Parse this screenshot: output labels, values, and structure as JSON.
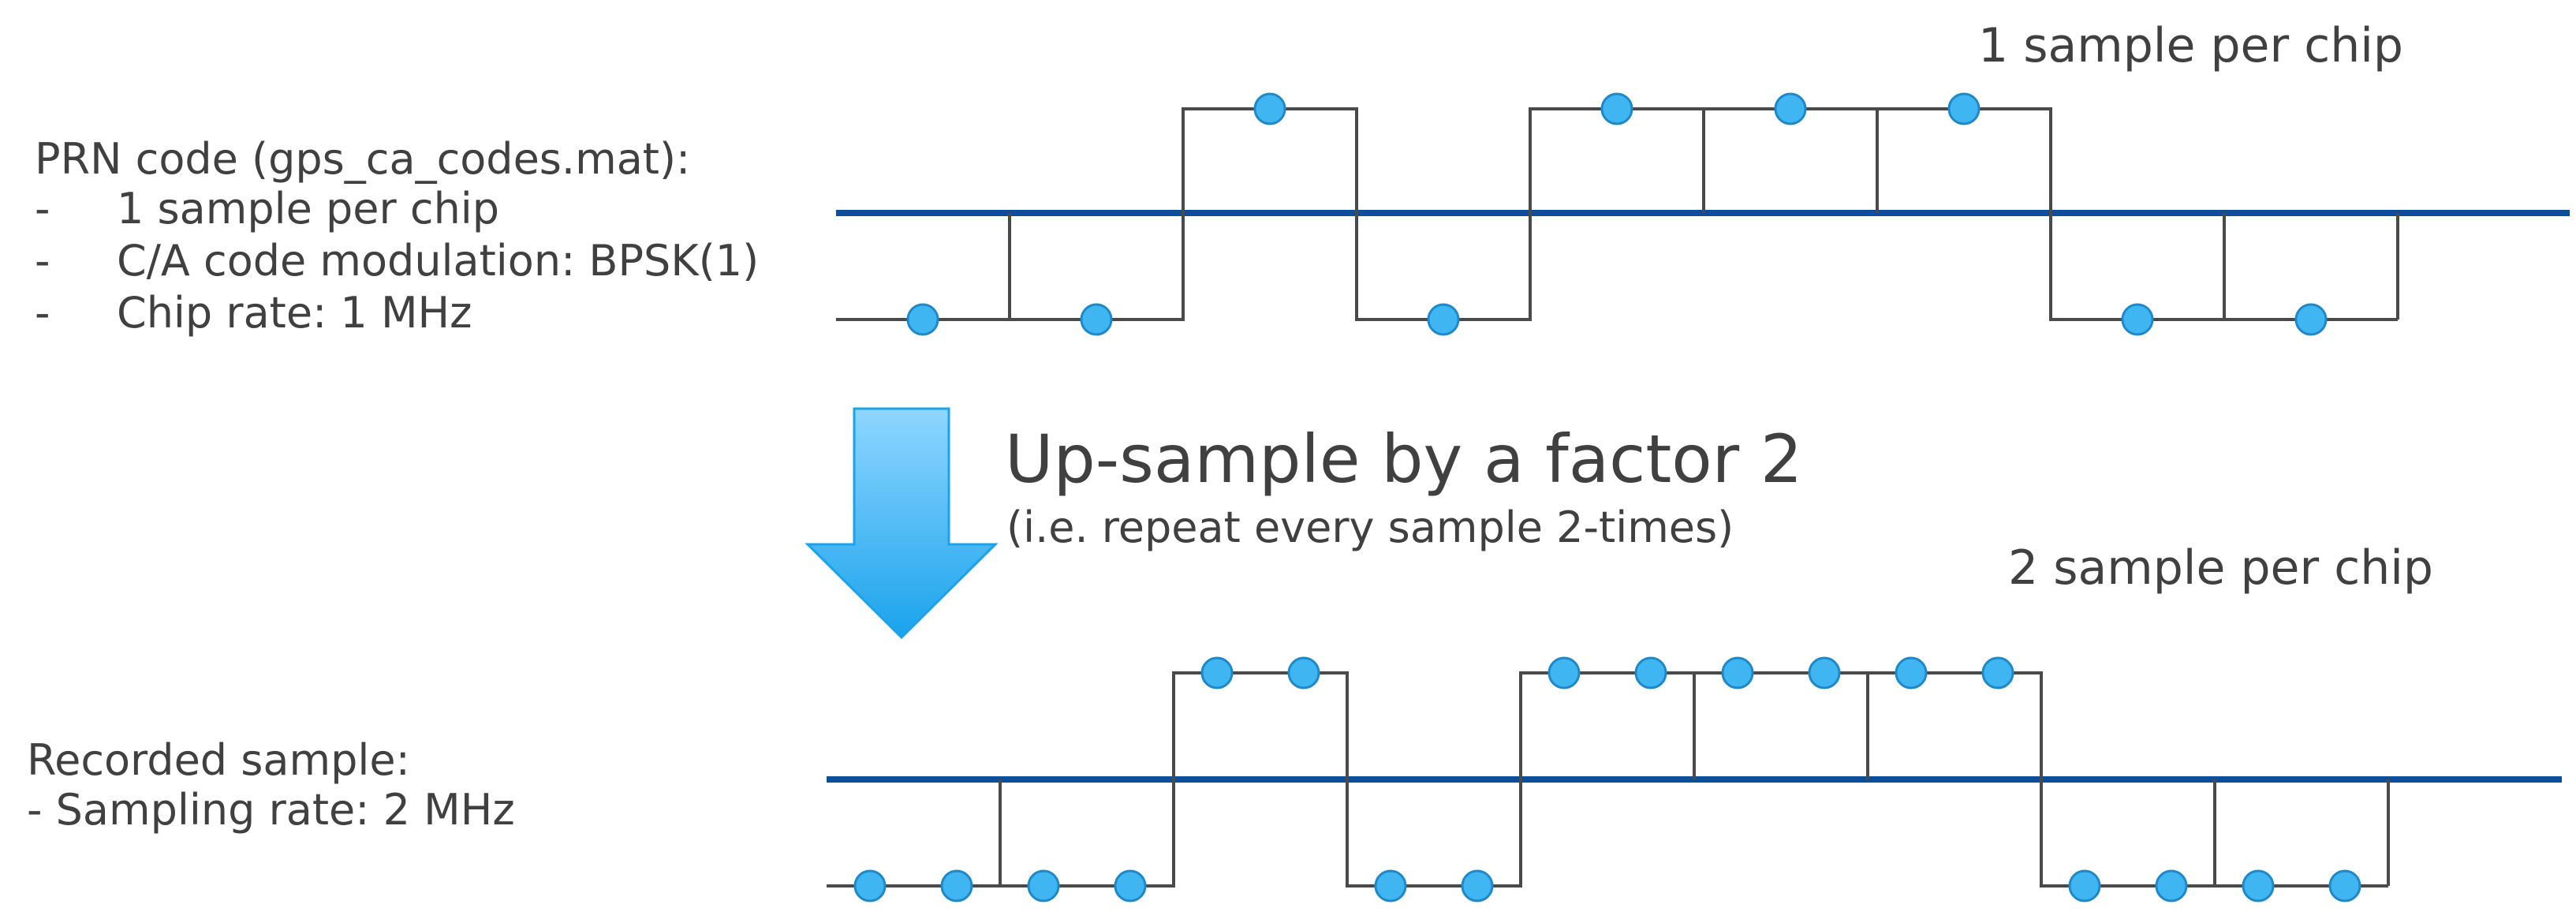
{
  "top_panel": {
    "caption": "1 sample per chip",
    "desc_title": "PRN code (gps_ca_codes.mat):",
    "bullets": [
      {
        "dash": "-",
        "text": "1 sample per chip"
      },
      {
        "dash": "-",
        "text": "C/A code modulation: BPSK(1)"
      },
      {
        "dash": "-",
        "text": "Chip rate: 1 MHz"
      }
    ]
  },
  "arrow": {
    "title": "Up-sample by a factor 2",
    "subtitle": "(i.e. repeat every sample 2-times)"
  },
  "bottom_panel": {
    "caption": "2 sample per chip",
    "desc_title": "Recorded sample:",
    "bullet": "- Sampling rate: 2 MHz"
  },
  "code": {
    "chips": [
      -1,
      -1,
      1,
      -1,
      1,
      1,
      1,
      -1,
      -1
    ],
    "samples_per_chip_top": 1,
    "samples_per_chip_bottom": 2
  },
  "colors": {
    "baseline": "#0b4f9a",
    "waveform": "#4a4a4a",
    "sample_fill": "#3fb6f2",
    "sample_stroke": "#1e88c8",
    "arrow_light": "#8fd6ff",
    "arrow_dark": "#1aa3ec",
    "text": "#404040"
  }
}
